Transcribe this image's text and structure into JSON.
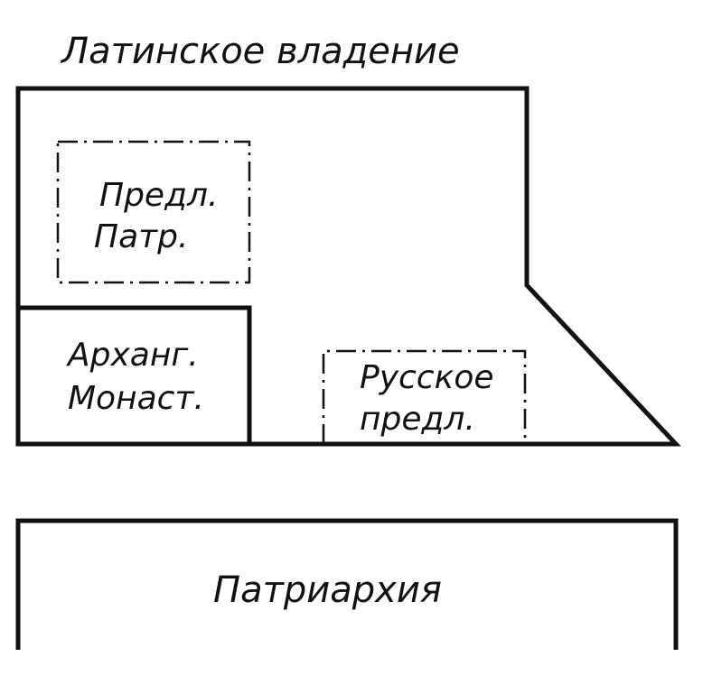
{
  "title": "Латинское владение",
  "regions": {
    "pred_patr": [
      "Предл.",
      "Патр."
    ],
    "archang": [
      "Арханг.",
      "Монаст."
    ],
    "russian": [
      "Русское",
      "предл."
    ],
    "patriarchy": "Патриархия"
  },
  "colors": {
    "ink": "#111111",
    "background": "#ffffff"
  }
}
